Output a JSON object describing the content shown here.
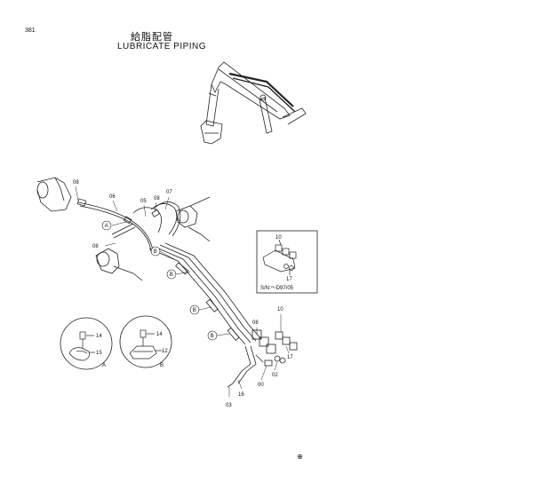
{
  "page": {
    "number": "381",
    "title_jp": "給脂配管",
    "title_en": "LUBRICATE  PIPING",
    "footer_mark": "⊕"
  },
  "callouts": {
    "c08a": "08",
    "c06": "06",
    "c05": "05",
    "c08b": "08",
    "c07": "07",
    "c08c": "08",
    "c08d": "08",
    "c10a": "10",
    "c10b": "10",
    "c17a": "17",
    "c17b": "17",
    "c02": "02",
    "c00": "00",
    "c16": "16",
    "c03": "03"
  },
  "view_letters": {
    "a1": "A",
    "b1": "B",
    "b2": "B",
    "b3": "B",
    "b4": "B"
  },
  "detail_inset": {
    "serial_note": "S/N:～D97/05"
  },
  "detail_a": {
    "c14": "14",
    "c15": "15",
    "label": "A"
  },
  "detail_b": {
    "c14": "14",
    "c12": "12",
    "label": "B"
  }
}
